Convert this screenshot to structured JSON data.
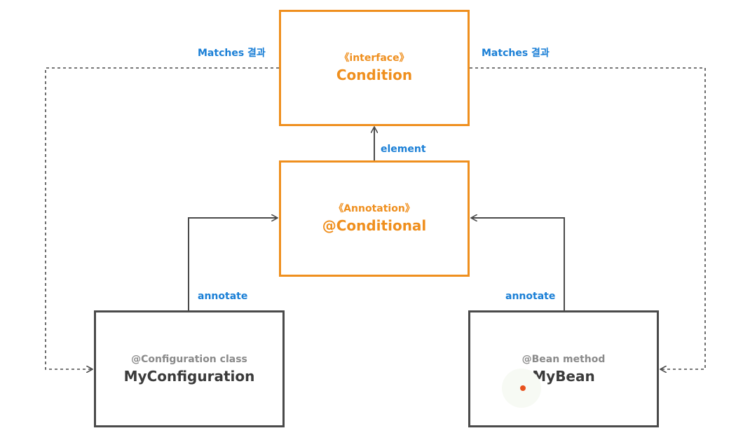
{
  "nodes": {
    "condition": {
      "stereotype": "《interface》",
      "name": "Condition"
    },
    "conditional": {
      "stereotype": "《Annotation》",
      "name": "@Conditional"
    },
    "myconfiguration": {
      "stereotype": "@Configuration class",
      "name": "MyConfiguration"
    },
    "mybean": {
      "stereotype": "@Bean method",
      "name": "MyBean"
    }
  },
  "edges": {
    "element": "element",
    "matches_left": "Matches 결과",
    "matches_right": "Matches 결과",
    "annotate_left": "annotate",
    "annotate_right": "annotate"
  },
  "colors": {
    "highlight": "#ef8f1e",
    "normal": "#4a4a4a",
    "edge_label": "#1a7fd6",
    "marker_dot": "#e8521e"
  }
}
